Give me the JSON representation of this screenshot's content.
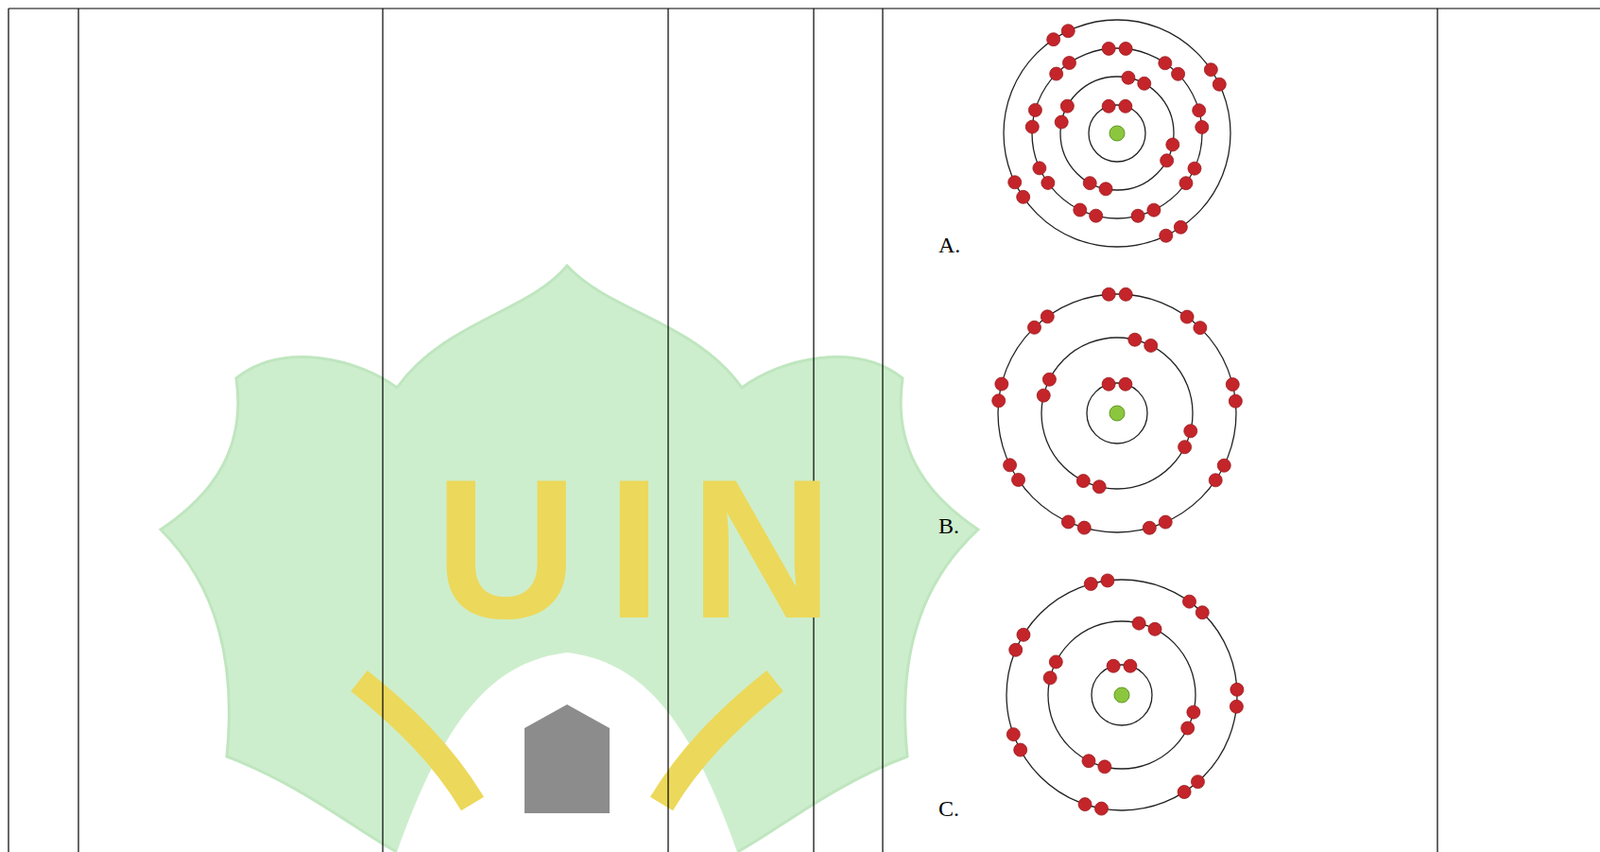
{
  "diagram": {
    "labels": [
      "A.",
      "UIN",
      "B.",
      "C."
    ]
  }
}
